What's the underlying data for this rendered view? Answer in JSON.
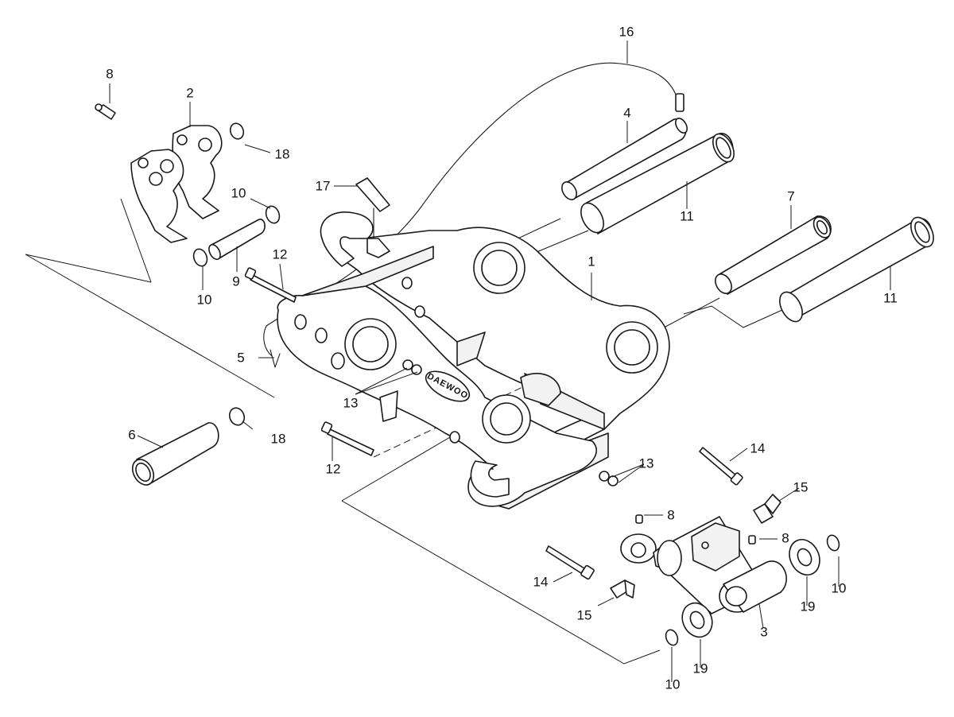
{
  "brand": "DAEWOO",
  "callouts": {
    "part_1": "1",
    "part_2": "2",
    "part_3": "3",
    "part_4": "4",
    "part_5": "5",
    "part_6": "6",
    "part_7": "7",
    "part_8_a": "8",
    "part_8_b": "8",
    "part_8_c": "8",
    "part_9": "9",
    "part_10_a": "10",
    "part_10_b": "10",
    "part_10_c": "10",
    "part_10_d": "10",
    "part_11_a": "11",
    "part_11_b": "11",
    "part_12_a": "12",
    "part_12_b": "12",
    "part_13_a": "13",
    "part_13_b": "13",
    "part_14_a": "14",
    "part_14_b": "14",
    "part_15_a": "15",
    "part_15_b": "15",
    "part_16": "16",
    "part_17": "17",
    "part_18_a": "18",
    "part_18_b": "18",
    "part_19_a": "19",
    "part_19_b": "19"
  }
}
